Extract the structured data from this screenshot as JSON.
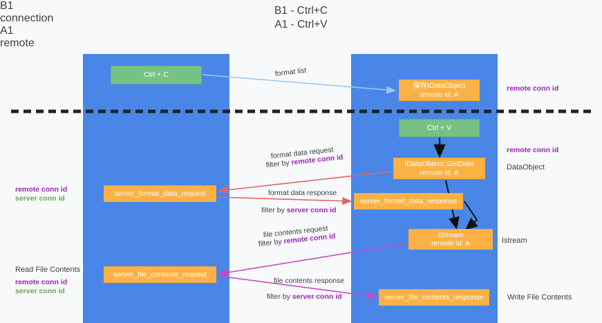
{
  "title": {
    "line1": "B1 - Ctrl+C",
    "line2": "A1 - Ctrl+V"
  },
  "lanes": [
    {
      "id": "b1",
      "name": "B1",
      "sub": "connection"
    },
    {
      "id": "a1",
      "name": "A1",
      "sub": "remote"
    }
  ],
  "boxes": {
    "ctrl_c": "Ctrl + C",
    "idataobject": "保存IDataObject\nremote id: A",
    "idataobject_line1": "保存IDataObject",
    "idataobject_line2": "remote id: A",
    "ctrl_v": "Ctrl + V",
    "getdata_line1": "IDataObject::GetData",
    "getdata_line2": "remote id: A",
    "server_format_data_request": "server_format_data_request",
    "server_format_data_response": "server_format_data_response",
    "istream_line1": "IStream",
    "istream_line2": "remote id: A",
    "server_file_contents_request": "server_file_contents_request",
    "server_file_contents_response": "server_file_contents_response"
  },
  "labels": {
    "format_list": "format list",
    "remote_conn_id_1": "remote conn id",
    "remote_conn_id_2": "remote conn id",
    "dataobject": "DataObject",
    "istream": "Istream",
    "write_file_contents": "Write File Contents",
    "read_file_contents": "Read File Contents",
    "format_data_request": "format data request",
    "filter_by": "filter by ",
    "remote_conn_id": "remote conn id",
    "server_conn_id": "server conn id",
    "format_data_response": "format data response",
    "file_contents_request": "file contents request",
    "file_contents_response": "file contents response",
    "left_remote_conn_id_a": "remote conn id",
    "left_server_conn_id_a": "server conn id",
    "left_remote_conn_id_b": "remote conn id",
    "left_server_conn_id_b": "server conn id"
  },
  "colors": {
    "lane": "#4a86e8",
    "green_box": "#76c285",
    "orange_box": "#fbb144",
    "purple_text": "#9c27b0",
    "green_text": "#6aa84f",
    "background": "#f8f9fa",
    "arrow_blue": "#9fc5f8",
    "arrow_red": "#e06666",
    "arrow_magenta": "#c54bc5",
    "arrow_black": "#000000"
  }
}
